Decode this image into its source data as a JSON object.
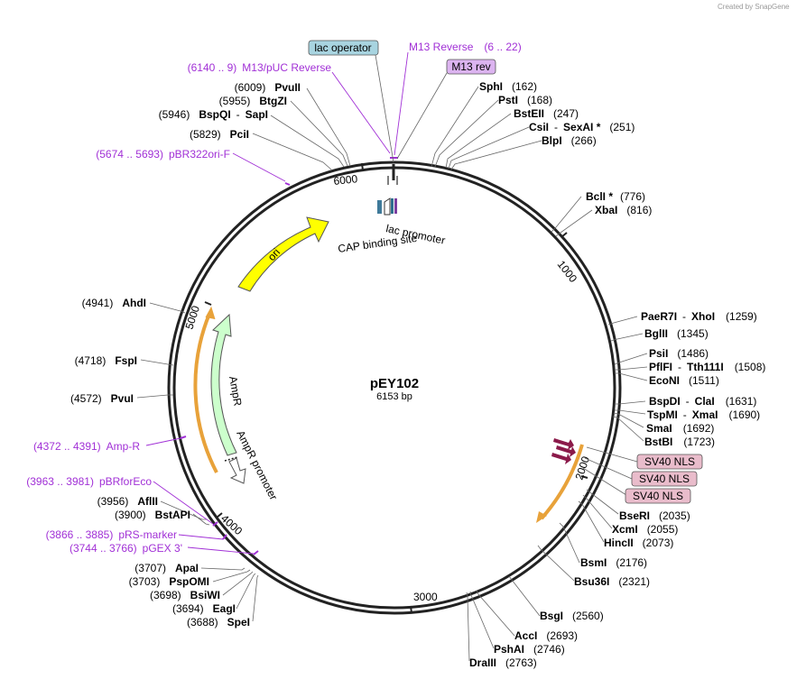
{
  "credit": "Created by SnapGene",
  "plasmid": {
    "name": "pEY102",
    "size_label": "6153 bp",
    "length": 6153
  },
  "ticks": [
    "1000",
    "2000",
    "3000",
    "4000",
    "5000",
    "6000"
  ],
  "features": {
    "ori": "ori",
    "ampr": "AmpR",
    "ampr_promoter": "AmpR promoter",
    "lac_promoter": "lac promoter",
    "cap_site": "CAP binding site",
    "lac_operator": "lac operator",
    "m13_rev": "M13 rev",
    "sv40": [
      "SV40 NLS",
      "SV40 NLS",
      "SV40 NLS"
    ]
  },
  "enzymes": [
    {
      "name": "PvuII",
      "pos": "(6009)"
    },
    {
      "name": "BtgZI",
      "pos": "(5955)"
    },
    {
      "name": "BspQI",
      "sep": "-",
      "name2": "SapI",
      "pos": "(5946)"
    },
    {
      "name": "PciI",
      "pos": "(5829)"
    },
    {
      "name": "SphI",
      "pos": "(162)"
    },
    {
      "name": "PstI",
      "pos": "(168)"
    },
    {
      "name": "BstEII",
      "pos": "(247)"
    },
    {
      "name": "CsiI",
      "sep": "-",
      "name2": "SexAI *",
      "pos": "(251)"
    },
    {
      "name": "BlpI",
      "pos": "(266)"
    },
    {
      "name": "BclI *",
      "pos": "(776)"
    },
    {
      "name": "XbaI",
      "pos": "(816)"
    },
    {
      "name": "PaeR7I",
      "sep": "-",
      "name2": "XhoI",
      "pos": "(1259)"
    },
    {
      "name": "BglII",
      "pos": "(1345)"
    },
    {
      "name": "PsiI",
      "pos": "(1486)"
    },
    {
      "name": "PflFI",
      "sep": "-",
      "name2": "Tth111I",
      "pos": "(1508)"
    },
    {
      "name": "EcoNI",
      "pos": "(1511)"
    },
    {
      "name": "BspDI",
      "sep": "-",
      "name2": "ClaI",
      "pos": "(1631)"
    },
    {
      "name": "TspMI",
      "sep": "-",
      "name2": "XmaI",
      "pos": "(1690)"
    },
    {
      "name": "SmaI",
      "pos": "(1692)"
    },
    {
      "name": "BstBI",
      "pos": "(1723)"
    },
    {
      "name": "BseRI",
      "pos": "(2035)"
    },
    {
      "name": "XcmI",
      "pos": "(2055)"
    },
    {
      "name": "HincII",
      "pos": "(2073)"
    },
    {
      "name": "BsmI",
      "pos": "(2176)"
    },
    {
      "name": "Bsu36I",
      "pos": "(2321)"
    },
    {
      "name": "BsgI",
      "pos": "(2560)"
    },
    {
      "name": "AccI",
      "pos": "(2693)"
    },
    {
      "name": "PshAI",
      "pos": "(2746)"
    },
    {
      "name": "DraIII",
      "pos": "(2763)"
    },
    {
      "name": "AhdI",
      "pos": "(4941)"
    },
    {
      "name": "FspI",
      "pos": "(4718)"
    },
    {
      "name": "PvuI",
      "pos": "(4572)"
    },
    {
      "name": "AflII",
      "pos": "(3956)"
    },
    {
      "name": "BstAPI",
      "pos": "(3900)"
    },
    {
      "name": "ApaI",
      "pos": "(3707)"
    },
    {
      "name": "PspOMI",
      "pos": "(3703)"
    },
    {
      "name": "BsiWI",
      "pos": "(3698)"
    },
    {
      "name": "EagI",
      "pos": "(3694)"
    },
    {
      "name": "SpeI",
      "pos": "(3688)"
    }
  ],
  "primers": [
    {
      "name": "M13 Reverse",
      "range": "(6 .. 22)"
    },
    {
      "name": "M13/pUC Reverse",
      "range": "(6140 .. 9)"
    },
    {
      "name": "pBR322ori-F",
      "range": "(5674 .. 5693)"
    },
    {
      "name": "Amp-R",
      "range": "(4372 .. 4391)"
    },
    {
      "name": "pBRforEco",
      "range": "(3963 .. 3981)"
    },
    {
      "name": "pRS-marker",
      "range": "(3866 .. 3885)"
    },
    {
      "name": "pGEX 3'",
      "range": "(3744 .. 3766)"
    }
  ],
  "colors": {
    "ori": "#ffff00",
    "ampr": "#ccffcc",
    "primer": "#a130d6",
    "lac_operator": "#a8d4e0",
    "m13_rev": "#dcb4f0",
    "sv40": "#e9bccb",
    "orange": "#e8a23a",
    "nls_marker": "#8b1a4a",
    "backbone": "#222222"
  }
}
